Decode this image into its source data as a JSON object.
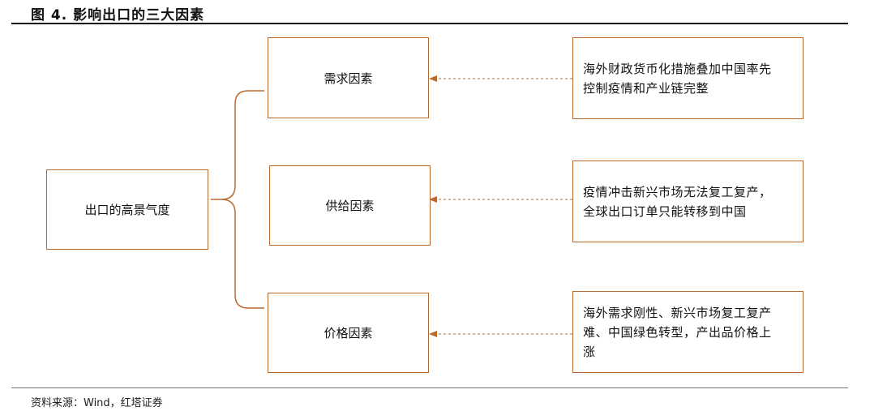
{
  "figure": {
    "title": "图 4. 影响出口的三大因素",
    "source": "资料来源：Wind，红塔证券"
  },
  "diagram": {
    "root": {
      "label": "出口的高景气度"
    },
    "factors": [
      {
        "label": "需求因素",
        "description_lines": [
          "海外财政货币化措施叠加中国率先",
          "控制疫情和产业链完整"
        ]
      },
      {
        "label": "供给因素",
        "description_lines": [
          "疫情冲击新兴市场无法复工复产，",
          "全球出口订单只能转移到中国"
        ]
      },
      {
        "label": "价格因素",
        "description_lines": [
          "海外需求刚性、新兴市场复工复产",
          "难、中国绿色转型，产出品价格上",
          "涨"
        ]
      }
    ],
    "colors": {
      "box_border": "#b86a2e",
      "connector": "#b86a2e"
    }
  }
}
